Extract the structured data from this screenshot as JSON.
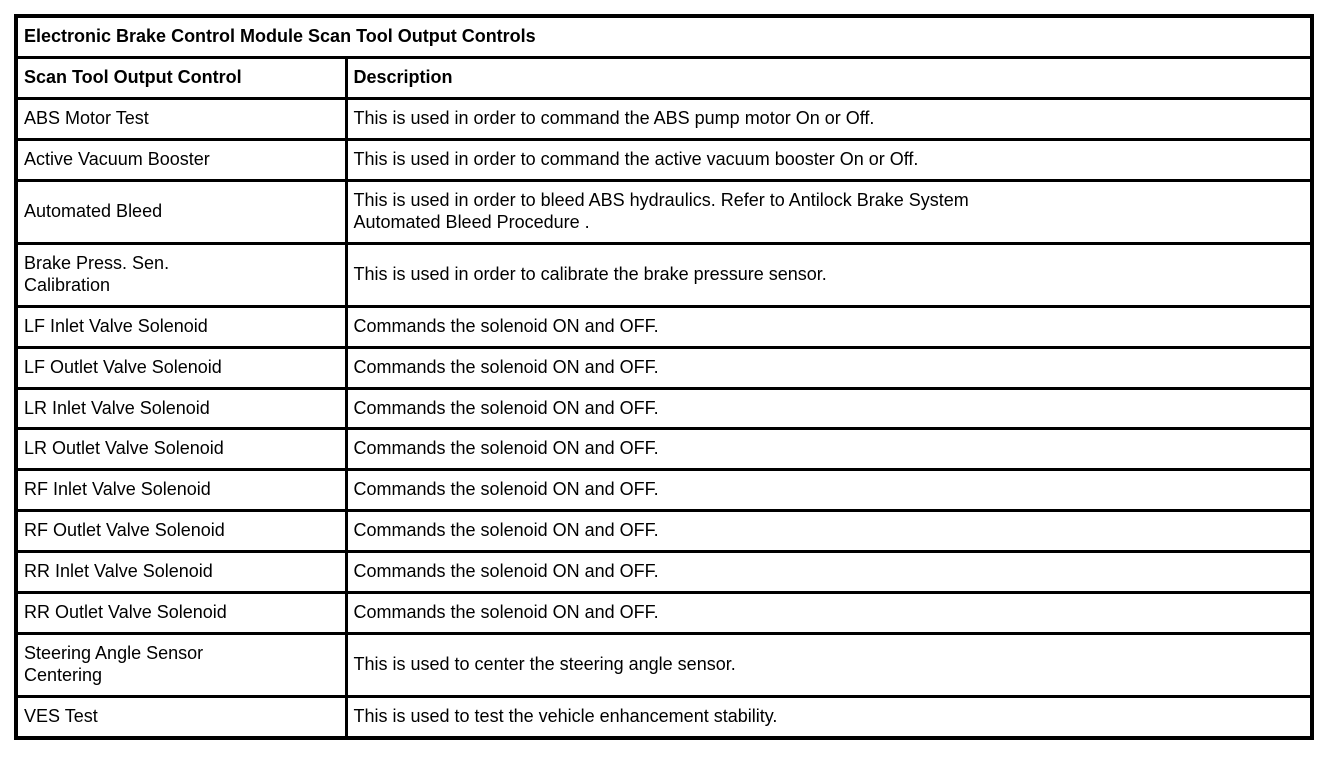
{
  "table": {
    "title": "Electronic Brake Control Module Scan Tool Output Controls",
    "columns": {
      "control": "Scan Tool Output Control",
      "description": "Description"
    },
    "rows": [
      {
        "control": "ABS Motor Test",
        "description": "This is used in order to command the ABS pump motor On or Off."
      },
      {
        "control": "Active Vacuum Booster",
        "description": "This is used in order to command the active vacuum booster On or Off."
      },
      {
        "control": "Automated Bleed",
        "description": "This is used in order to bleed ABS hydraulics. Refer to Antilock Brake System Automated Bleed Procedure ."
      },
      {
        "control": "Brake Press. Sen. Calibration",
        "description": "This is used in order to calibrate the brake pressure sensor."
      },
      {
        "control": "LF Inlet Valve Solenoid",
        "description": "Commands the solenoid ON and OFF."
      },
      {
        "control": "LF Outlet Valve Solenoid",
        "description": "Commands the solenoid ON and OFF."
      },
      {
        "control": "LR Inlet Valve Solenoid",
        "description": "Commands the solenoid ON and OFF."
      },
      {
        "control": "LR Outlet Valve Solenoid",
        "description": "Commands the solenoid ON and OFF."
      },
      {
        "control": "RF Inlet Valve Solenoid",
        "description": "Commands the solenoid ON and OFF."
      },
      {
        "control": "RF Outlet Valve Solenoid",
        "description": "Commands the solenoid ON and OFF."
      },
      {
        "control": "RR Inlet Valve Solenoid",
        "description": "Commands the solenoid ON and OFF."
      },
      {
        "control": "RR Outlet Valve Solenoid",
        "description": "Commands the solenoid ON and OFF."
      },
      {
        "control": "Steering Angle Sensor Centering",
        "description": "This is used to center the steering angle sensor."
      },
      {
        "control": "VES Test",
        "description": "This is used to test the vehicle enhancement stability."
      }
    ]
  },
  "colors": {
    "border": "#000000",
    "background": "#ffffff",
    "text": "#000000"
  }
}
